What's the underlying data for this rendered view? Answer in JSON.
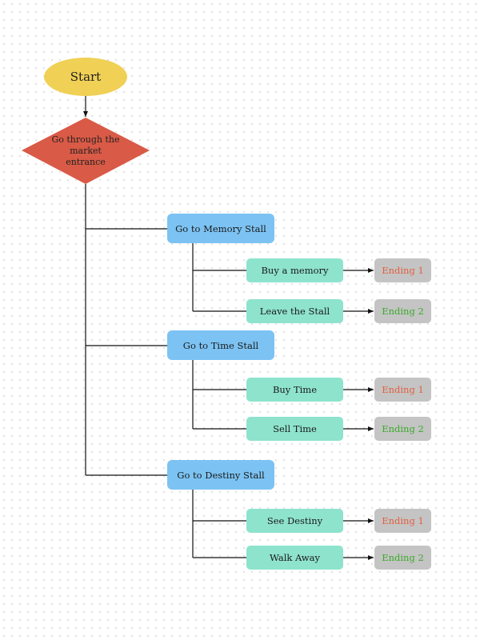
{
  "diagram": {
    "start": "Start",
    "decision": "Go through the market entrance",
    "stalls": [
      {
        "label": "Go to Memory Stall",
        "choices": [
          {
            "label": "Buy a memory",
            "ending": "Ending 1",
            "ending_type": "bad"
          },
          {
            "label": "Leave the Stall",
            "ending": "Ending 2",
            "ending_type": "good"
          }
        ]
      },
      {
        "label": "Go to Time Stall",
        "choices": [
          {
            "label": "Buy Time",
            "ending": "Ending 1",
            "ending_type": "bad"
          },
          {
            "label": "Sell Time",
            "ending": "Ending 2",
            "ending_type": "good"
          }
        ]
      },
      {
        "label": "Go to Destiny Stall",
        "choices": [
          {
            "label": "See Destiny",
            "ending": "Ending 1",
            "ending_type": "bad"
          },
          {
            "label": "Walk Away",
            "ending": "Ending 2",
            "ending_type": "good"
          }
        ]
      }
    ]
  },
  "colors": {
    "start": "#f0d055",
    "decision": "#d95a46",
    "stall": "#7cc3f3",
    "choice": "#8ee3cd",
    "ending": "#c4c4c4",
    "ending_bad_text": "#e06040",
    "ending_good_text": "#3aaa2a",
    "connector": "#111111"
  }
}
